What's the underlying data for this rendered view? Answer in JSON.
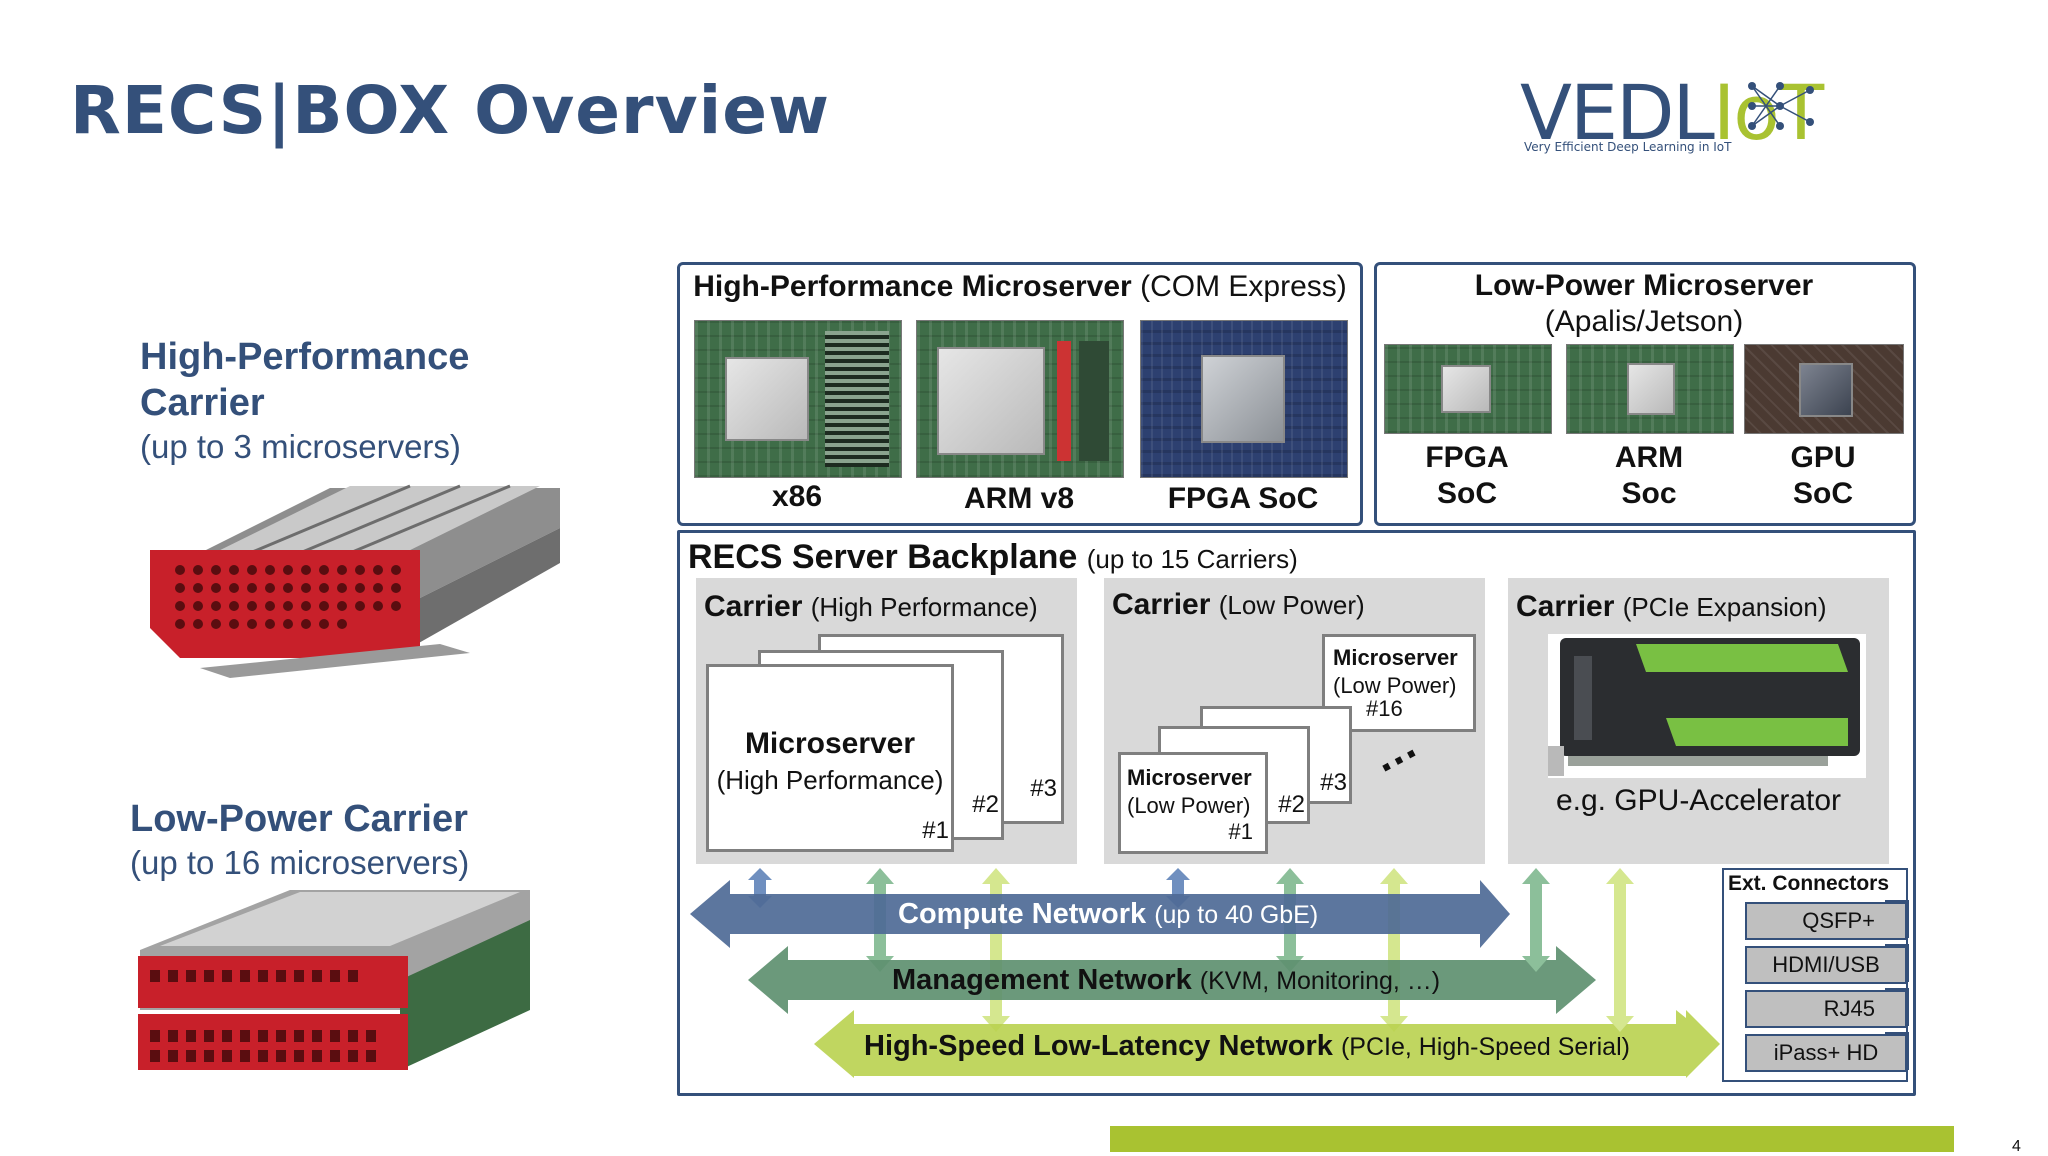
{
  "slide": {
    "title": "RECS|BOX Overview",
    "page_number": "4"
  },
  "logo": {
    "main_a": "VEDL",
    "main_b": "IoT",
    "tagline": "Very Efficient Deep Learning in IoT"
  },
  "left": {
    "hp_carrier": {
      "line1": "High-Performance",
      "line2": "Carrier",
      "sub": "(up to 3 microservers)"
    },
    "lp_carrier": {
      "title": "Low-Power Carrier",
      "sub": "(up to 16 microservers)"
    }
  },
  "hp_micro": {
    "title_bold": "High-Performance Microserver",
    "title_rest": "(COM Express)",
    "modules": [
      "x86",
      "ARM v8",
      "FPGA SoC"
    ]
  },
  "lp_micro": {
    "title_bold": "Low-Power Microserver",
    "title_rest": "(Apalis/Jetson)",
    "modules": [
      {
        "line1": "FPGA",
        "line2": "SoC"
      },
      {
        "line1": "ARM",
        "line2": "Soc"
      },
      {
        "line1": "GPU",
        "line2": "SoC"
      }
    ]
  },
  "backplane": {
    "title_bold": "RECS Server Backplane",
    "title_rest": "(up to 15 Carriers)",
    "carrier_hp": {
      "title_bold": "Carrier",
      "title_rest": "(High Performance)",
      "card_title": "Microserver",
      "card_sub": "(High Performance)",
      "n1": "#1",
      "n2": "#2",
      "n3": "#3"
    },
    "carrier_lp": {
      "title_bold": "Carrier",
      "title_rest": "(Low Power)",
      "top_title": "Microserver",
      "top_sub": "(Low Power)",
      "top_n": "#16",
      "card_title": "Microserver",
      "card_sub": "(Low Power)",
      "n1": "#1",
      "n2": "#2",
      "n3": "#3",
      "dots": "…"
    },
    "carrier_pcie": {
      "title_bold": "Carrier",
      "title_rest": "(PCIe Expansion)",
      "caption": "e.g. GPU-Accelerator"
    }
  },
  "networks": {
    "compute": {
      "bold": "Compute Network",
      "rest": "(up to 40 GbE)",
      "color": "#4e6a96"
    },
    "management": {
      "bold": "Management Network",
      "rest": "(KVM, Monitoring, …)",
      "color": "#5e9070"
    },
    "highspeed": {
      "bold": "High-Speed Low-Latency Network",
      "rest": "(PCIe, High-Speed Serial)",
      "color": "#b9d24f"
    }
  },
  "connectors": {
    "title": "Ext. Connectors",
    "items": [
      "QSFP+",
      "HDMI/USB",
      "RJ45",
      "iPass+ HD"
    ]
  },
  "colors": {
    "navy": "#34507a",
    "accent_green": "#a9c231",
    "red_chassis": "#c8202a"
  }
}
